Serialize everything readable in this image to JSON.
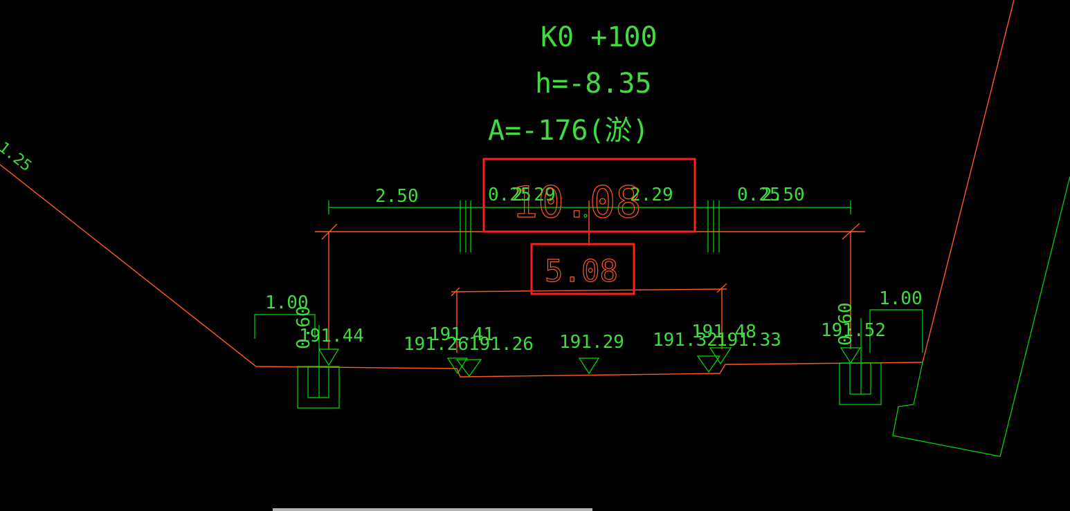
{
  "drawing": {
    "station": "K0 +100",
    "height": "h=-8.35",
    "area": "A=-176(淤)",
    "slope_label": "1.25"
  },
  "dimensions": {
    "left_outer": "2.50",
    "left_inner_a": "0.25",
    "left_inner_b": "2.29",
    "right_inner_a": "2.29",
    "right_inner_b": "0.25",
    "right_outer": "2.50",
    "left_ditch_width": "1.00",
    "left_ditch_depth": "0.60",
    "right_ditch_width": "1.00",
    "right_ditch_depth": "0.60"
  },
  "elevations": {
    "left_shoulder": "191.44",
    "left_edge_top": "191.41",
    "left_edge_a": "191.26",
    "left_edge_b": "191.26",
    "center": "191.29",
    "right_edge_a": "191.32",
    "right_edge_top": "191.48",
    "right_edge_b": "191.33",
    "right_shoulder": "191.52"
  },
  "highlights": {
    "total_width": "10.08",
    "pavement_width": "5.08"
  },
  "colors": {
    "background": "#000000",
    "annotation_green": "#00e000",
    "profile_orange": "#ff5a1f",
    "highlight_red": "#ff1e1e"
  }
}
